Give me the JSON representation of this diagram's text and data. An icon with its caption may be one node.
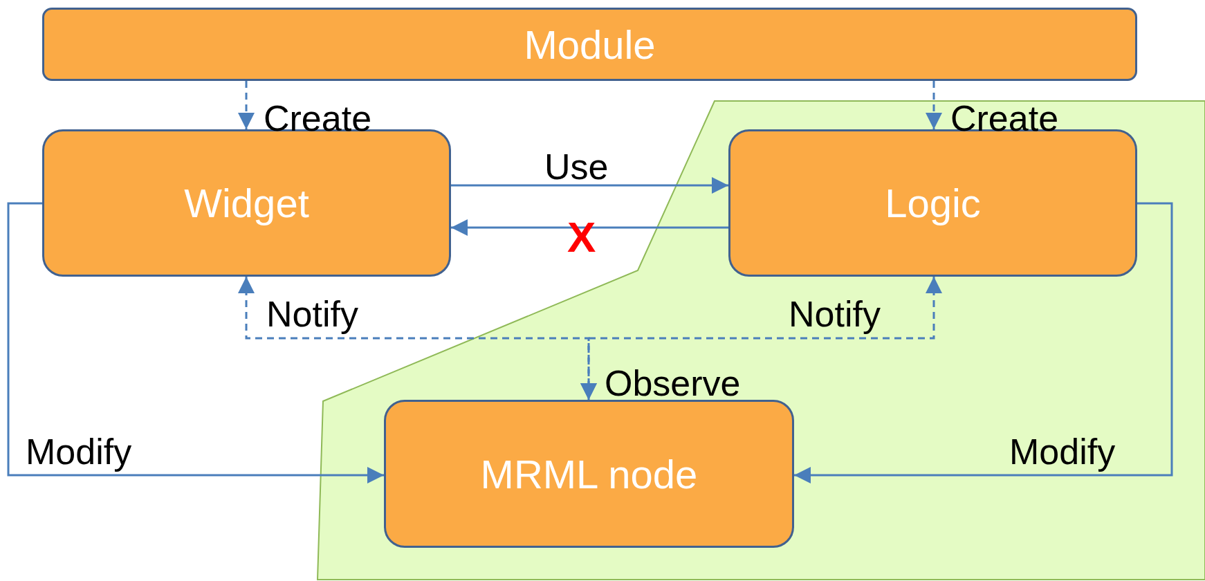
{
  "diagram": {
    "nodes": [
      {
        "text": [
          "Module"
        ]
      },
      {
        "text": [
          "Widget"
        ]
      },
      {
        "text": [
          "Logic"
        ]
      },
      {
        "text": [
          "MRML node"
        ]
      }
    ],
    "edges": [
      {
        "from": 0,
        "to": 1,
        "arrow": "to",
        "label": "Create",
        "style": "dashed"
      },
      {
        "from": 0,
        "to": 2,
        "arrow": "to",
        "label": "Create",
        "style": "dashed"
      },
      {
        "from": 1,
        "to": 2,
        "arrow": "to",
        "label": "Use"
      },
      {
        "from": 2,
        "to": 1,
        "arrow": "to",
        "label": "X"
      },
      {
        "from": 1,
        "to": 3,
        "arrow": "both",
        "label": "Notify",
        "style": "dashed"
      },
      {
        "from": 2,
        "to": 3,
        "arrow": "both",
        "label": "Notify",
        "style": "dashed"
      },
      {
        "from": 1,
        "to": 3,
        "arrow": "to",
        "label": "Modify"
      },
      {
        "from": 2,
        "to": 3,
        "arrow": "to",
        "label": "Modify"
      }
    ],
    "labels": [
      "Observe"
    ]
  }
}
